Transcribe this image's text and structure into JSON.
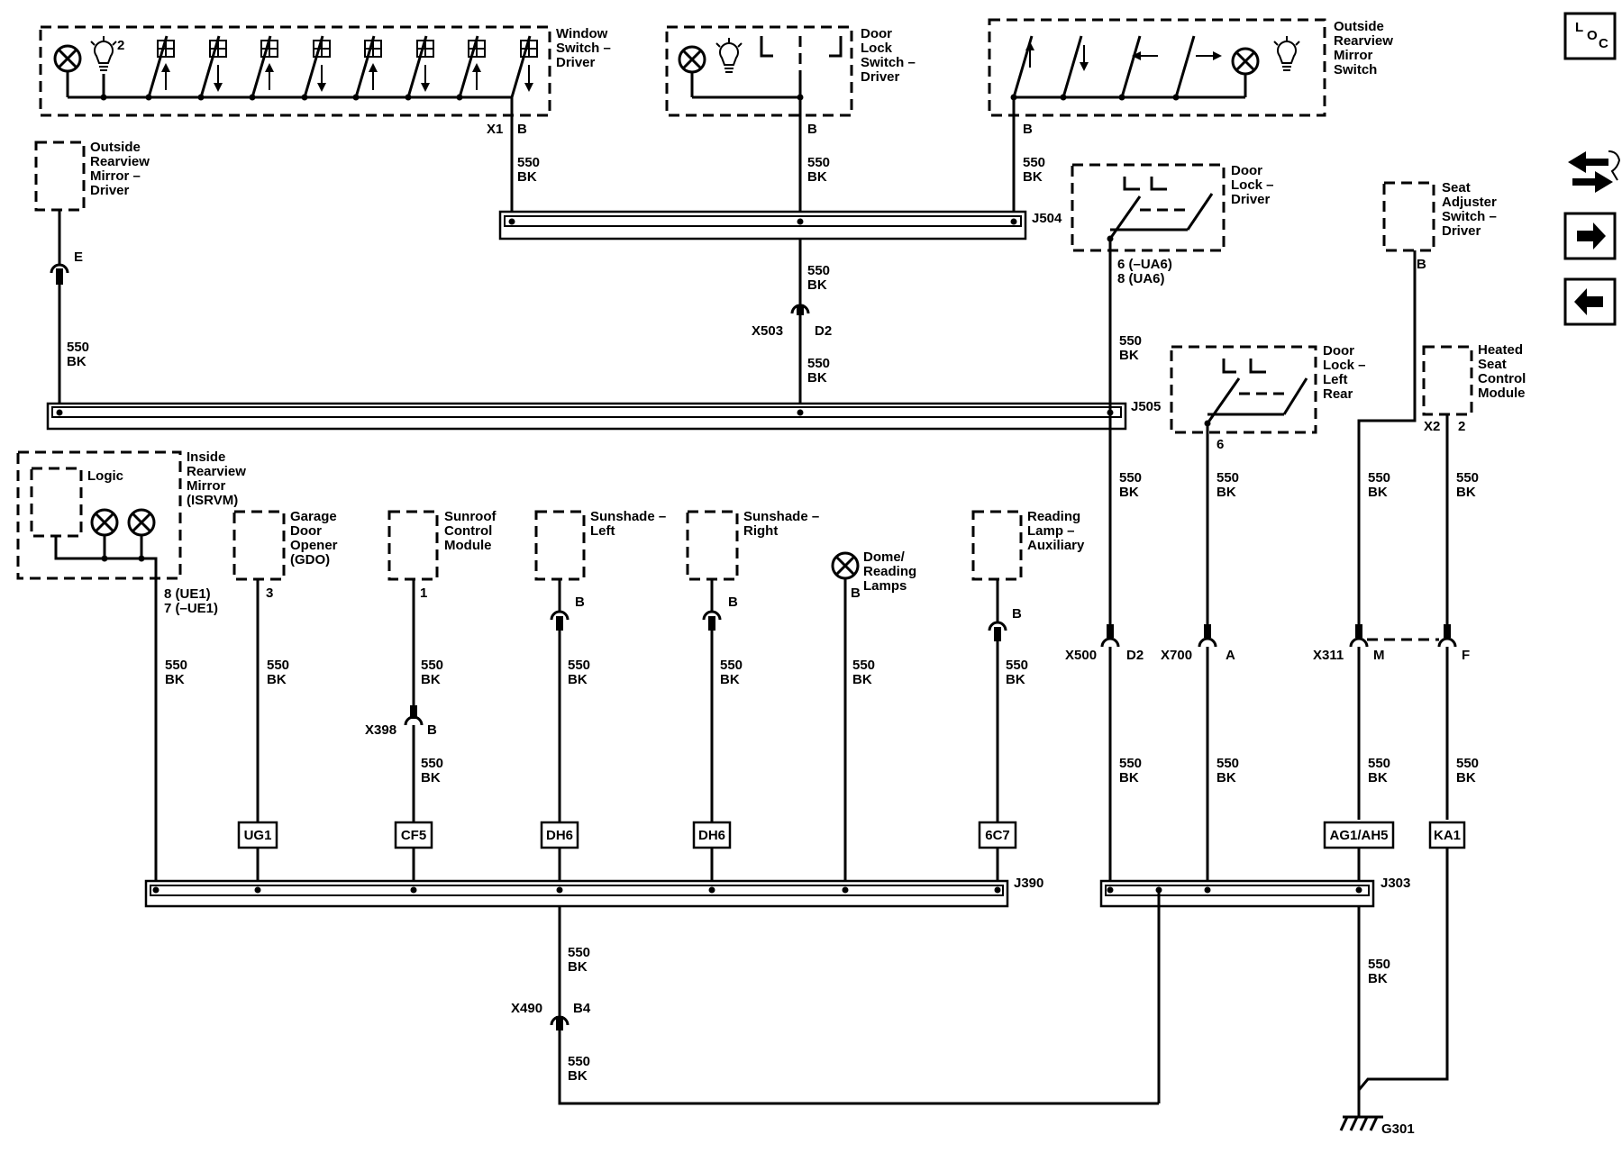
{
  "components": {
    "window_switch": [
      "Window",
      "Switch –",
      "Driver"
    ],
    "door_lock_switch": [
      "Door",
      "Lock",
      "Switch –",
      "Driver"
    ],
    "outside_mirror_switch": [
      "Outside",
      "Rearview",
      "Mirror",
      "Switch"
    ],
    "outside_mirror_driver": [
      "Outside",
      "Rearview",
      "Mirror –",
      "Driver"
    ],
    "door_lock_driver": [
      "Door",
      "Lock –",
      "Driver"
    ],
    "seat_adjuster": [
      "Seat",
      "Adjuster",
      "Switch –",
      "Driver"
    ],
    "door_lock_lr": [
      "Door",
      "Lock –",
      "Left",
      "Rear"
    ],
    "heated_seat": [
      "Heated",
      "Seat",
      "Control",
      "Module"
    ],
    "isrvm": [
      "Inside",
      "Rearview",
      "Mirror",
      "(ISRVM)"
    ],
    "logic": "Logic",
    "gdo": [
      "Garage",
      "Door",
      "Opener",
      "(GDO)"
    ],
    "sunroof": [
      "Sunroof",
      "Control",
      "Module"
    ],
    "sunshade_left": [
      "Sunshade –",
      "Left"
    ],
    "sunshade_right": [
      "Sunshade –",
      "Right"
    ],
    "dome": [
      "Dome/",
      "Reading",
      "Lamps"
    ],
    "reading_aux": [
      "Reading",
      "Lamp –",
      "Auxiliary"
    ],
    "ground": "G301"
  },
  "wire": {
    "circuit": "550",
    "color": "BK"
  },
  "pins": {
    "window_x1": "X1",
    "window_pin": "B",
    "door_lock_switch_pin": "B",
    "mirror_switch_pin": "B",
    "mirror_driver_pin": "E",
    "door_lock_driver_pin": [
      "6 (–UA6)",
      "8 (UA6)"
    ],
    "seat_adjuster_pin": "B",
    "door_lock_lr_pin": "6",
    "heated_seat_x2": "X2",
    "heated_seat_pin": "2",
    "isrvm_pin": [
      "8 (UE1)",
      "7 (–UE1)"
    ],
    "gdo_pin": "3",
    "sunroof_pin": "1",
    "sunshade_left_pin": "B",
    "sunshade_right_pin": "B",
    "dome_pin": "B",
    "reading_aux_pin": "B",
    "window_lamp_num": "2"
  },
  "connectors": {
    "x503": "X503",
    "x503_pin": "D2",
    "x398": "X398",
    "x398_pin": "B",
    "x490": "X490",
    "x490_pin": "B4",
    "x500": "X500",
    "x500_pin": "D2",
    "x700": "X700",
    "x700_pin": "A",
    "x311": "X311",
    "x311_m": "M",
    "x311_f": "F"
  },
  "splices": {
    "j504": "J504",
    "j505": "J505",
    "j390": "J390",
    "j303": "J303"
  },
  "boxes": {
    "ug1": "UG1",
    "cf5": "CF5",
    "dh6_left": "DH6",
    "dh6_right": "DH6",
    "6c7": "6C7",
    "ag1": "AG1/AH5",
    "ka1": "KA1"
  },
  "nav": {
    "loc": [
      "L",
      "O",
      "C"
    ],
    "icons": [
      "wrench-arrow-icon",
      "arrow-right-icon",
      "arrow-left-icon"
    ]
  }
}
